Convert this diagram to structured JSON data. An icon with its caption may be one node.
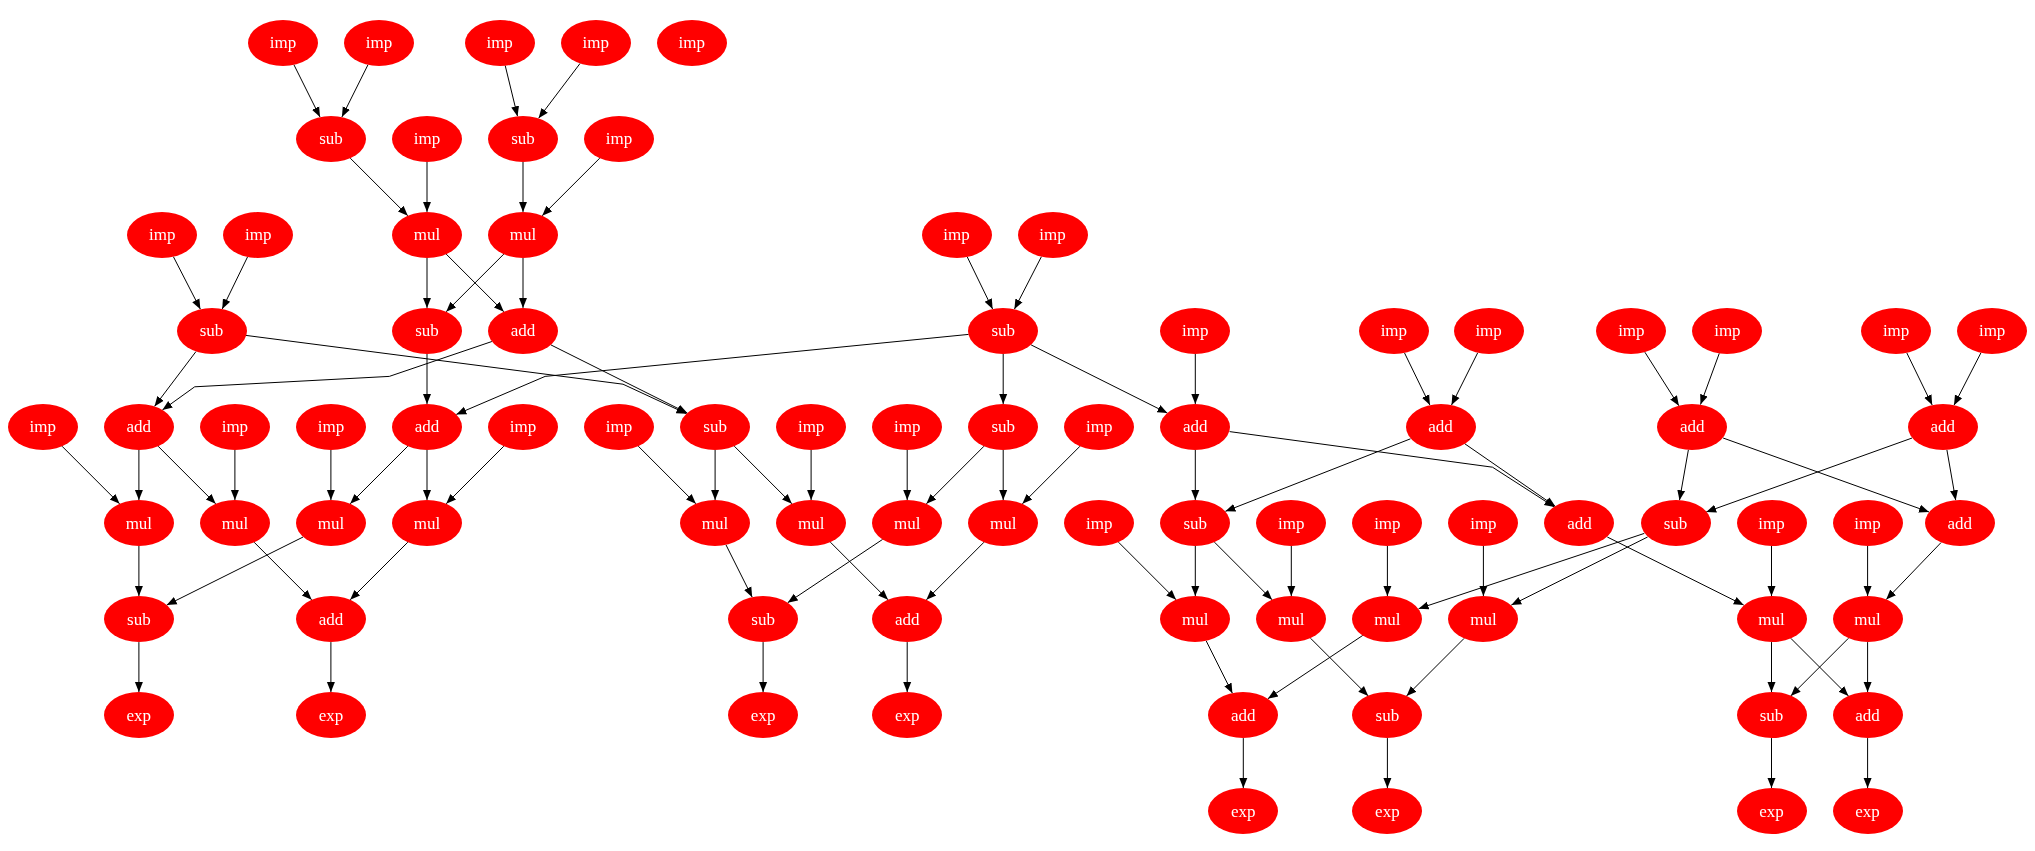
{
  "diagram": {
    "nodes": [
      {
        "text": [
          "imp"
        ]
      },
      {
        "text": [
          "imp"
        ]
      },
      {
        "text": [
          "imp"
        ]
      },
      {
        "text": [
          "imp"
        ]
      },
      {
        "text": [
          "imp"
        ]
      },
      {
        "text": [
          "sub"
        ]
      },
      {
        "text": [
          "imp"
        ]
      },
      {
        "text": [
          "sub"
        ]
      },
      {
        "text": [
          "imp"
        ]
      },
      {
        "text": [
          "imp"
        ]
      },
      {
        "text": [
          "imp"
        ]
      },
      {
        "text": [
          "mul"
        ]
      },
      {
        "text": [
          "mul"
        ]
      },
      {
        "text": [
          "imp"
        ]
      },
      {
        "text": [
          "imp"
        ]
      },
      {
        "text": [
          "sub"
        ]
      },
      {
        "text": [
          "sub"
        ]
      },
      {
        "text": [
          "add"
        ]
      },
      {
        "text": [
          "sub"
        ]
      },
      {
        "text": [
          "imp"
        ]
      },
      {
        "text": [
          "imp"
        ]
      },
      {
        "text": [
          "imp"
        ]
      },
      {
        "text": [
          "imp"
        ]
      },
      {
        "text": [
          "imp"
        ]
      },
      {
        "text": [
          "imp"
        ]
      },
      {
        "text": [
          "imp"
        ]
      },
      {
        "text": [
          "imp"
        ]
      },
      {
        "text": [
          "add"
        ]
      },
      {
        "text": [
          "imp"
        ]
      },
      {
        "text": [
          "imp"
        ]
      },
      {
        "text": [
          "add"
        ]
      },
      {
        "text": [
          "imp"
        ]
      },
      {
        "text": [
          "imp"
        ]
      },
      {
        "text": [
          "sub"
        ]
      },
      {
        "text": [
          "imp"
        ]
      },
      {
        "text": [
          "imp"
        ]
      },
      {
        "text": [
          "sub"
        ]
      },
      {
        "text": [
          "imp"
        ]
      },
      {
        "text": [
          "add"
        ]
      },
      {
        "text": [
          "add"
        ]
      },
      {
        "text": [
          "add"
        ]
      },
      {
        "text": [
          "add"
        ]
      },
      {
        "text": [
          "mul"
        ]
      },
      {
        "text": [
          "mul"
        ]
      },
      {
        "text": [
          "mul"
        ]
      },
      {
        "text": [
          "mul"
        ]
      },
      {
        "text": [
          "mul"
        ]
      },
      {
        "text": [
          "mul"
        ]
      },
      {
        "text": [
          "mul"
        ]
      },
      {
        "text": [
          "mul"
        ]
      },
      {
        "text": [
          "imp"
        ]
      },
      {
        "text": [
          "sub"
        ]
      },
      {
        "text": [
          "imp"
        ]
      },
      {
        "text": [
          "imp"
        ]
      },
      {
        "text": [
          "imp"
        ]
      },
      {
        "text": [
          "add"
        ]
      },
      {
        "text": [
          "sub"
        ]
      },
      {
        "text": [
          "imp"
        ]
      },
      {
        "text": [
          "imp"
        ]
      },
      {
        "text": [
          "add"
        ]
      },
      {
        "text": [
          "sub"
        ]
      },
      {
        "text": [
          "add"
        ]
      },
      {
        "text": [
          "sub"
        ]
      },
      {
        "text": [
          "add"
        ]
      },
      {
        "text": [
          "mul"
        ]
      },
      {
        "text": [
          "mul"
        ]
      },
      {
        "text": [
          "mul"
        ]
      },
      {
        "text": [
          "mul"
        ]
      },
      {
        "text": [
          "mul"
        ]
      },
      {
        "text": [
          "mul"
        ]
      },
      {
        "text": [
          "exp"
        ]
      },
      {
        "text": [
          "exp"
        ]
      },
      {
        "text": [
          "exp"
        ]
      },
      {
        "text": [
          "exp"
        ]
      },
      {
        "text": [
          "add"
        ]
      },
      {
        "text": [
          "sub"
        ]
      },
      {
        "text": [
          "sub"
        ]
      },
      {
        "text": [
          "add"
        ]
      },
      {
        "text": [
          "exp"
        ]
      },
      {
        "text": [
          "exp"
        ]
      },
      {
        "text": [
          "exp"
        ]
      },
      {
        "text": [
          "exp"
        ]
      }
    ],
    "edges": [
      {
        "from": 0,
        "to": 5,
        "arrow": "to"
      },
      {
        "from": 1,
        "to": 5,
        "arrow": "to"
      },
      {
        "from": 2,
        "to": 7,
        "arrow": "to"
      },
      {
        "from": 3,
        "to": 7,
        "arrow": "to"
      },
      {
        "from": 5,
        "to": 11,
        "arrow": "to"
      },
      {
        "from": 6,
        "to": 11,
        "arrow": "to"
      },
      {
        "from": 7,
        "to": 12,
        "arrow": "to"
      },
      {
        "from": 8,
        "to": 12,
        "arrow": "to"
      },
      {
        "from": 9,
        "to": 15,
        "arrow": "to"
      },
      {
        "from": 10,
        "to": 15,
        "arrow": "to"
      },
      {
        "from": 11,
        "to": 16,
        "arrow": "to"
      },
      {
        "from": 11,
        "to": 17,
        "arrow": "to"
      },
      {
        "from": 12,
        "to": 16,
        "arrow": "to"
      },
      {
        "from": 12,
        "to": 17,
        "arrow": "to"
      },
      {
        "from": 13,
        "to": 18,
        "arrow": "to"
      },
      {
        "from": 14,
        "to": 18,
        "arrow": "to"
      },
      {
        "from": 15,
        "to": 27,
        "arrow": "to"
      },
      {
        "from": 15,
        "to": 33,
        "arrow": "to"
      },
      {
        "from": 17,
        "to": 27,
        "arrow": "to"
      },
      {
        "from": 17,
        "to": 33,
        "arrow": "to"
      },
      {
        "from": 16,
        "to": 30,
        "arrow": "to"
      },
      {
        "from": 18,
        "to": 30,
        "arrow": "to"
      },
      {
        "from": 18,
        "to": 36,
        "arrow": "to"
      },
      {
        "from": 18,
        "to": 38,
        "arrow": "to"
      },
      {
        "from": 19,
        "to": 38,
        "arrow": "to"
      },
      {
        "from": 20,
        "to": 39,
        "arrow": "to"
      },
      {
        "from": 21,
        "to": 39,
        "arrow": "to"
      },
      {
        "from": 22,
        "to": 40,
        "arrow": "to"
      },
      {
        "from": 23,
        "to": 40,
        "arrow": "to"
      },
      {
        "from": 24,
        "to": 41,
        "arrow": "to"
      },
      {
        "from": 25,
        "to": 41,
        "arrow": "to"
      },
      {
        "from": 26,
        "to": 42,
        "arrow": "to"
      },
      {
        "from": 27,
        "to": 42,
        "arrow": "to"
      },
      {
        "from": 27,
        "to": 43,
        "arrow": "to"
      },
      {
        "from": 28,
        "to": 43,
        "arrow": "to"
      },
      {
        "from": 29,
        "to": 44,
        "arrow": "to"
      },
      {
        "from": 30,
        "to": 44,
        "arrow": "to"
      },
      {
        "from": 30,
        "to": 45,
        "arrow": "to"
      },
      {
        "from": 31,
        "to": 45,
        "arrow": "to"
      },
      {
        "from": 32,
        "to": 46,
        "arrow": "to"
      },
      {
        "from": 33,
        "to": 46,
        "arrow": "to"
      },
      {
        "from": 33,
        "to": 47,
        "arrow": "to"
      },
      {
        "from": 34,
        "to": 47,
        "arrow": "to"
      },
      {
        "from": 35,
        "to": 48,
        "arrow": "to"
      },
      {
        "from": 36,
        "to": 48,
        "arrow": "to"
      },
      {
        "from": 36,
        "to": 49,
        "arrow": "to"
      },
      {
        "from": 37,
        "to": 49,
        "arrow": "to"
      },
      {
        "from": 38,
        "to": 51,
        "arrow": "to"
      },
      {
        "from": 38,
        "to": 55,
        "arrow": "to"
      },
      {
        "from": 39,
        "to": 51,
        "arrow": "to"
      },
      {
        "from": 39,
        "to": 55,
        "arrow": "to"
      },
      {
        "from": 40,
        "to": 56,
        "arrow": "to"
      },
      {
        "from": 40,
        "to": 59,
        "arrow": "to"
      },
      {
        "from": 41,
        "to": 56,
        "arrow": "to"
      },
      {
        "from": 41,
        "to": 59,
        "arrow": "to"
      },
      {
        "from": 42,
        "to": 60,
        "arrow": "to"
      },
      {
        "from": 44,
        "to": 60,
        "arrow": "to"
      },
      {
        "from": 43,
        "to": 61,
        "arrow": "to"
      },
      {
        "from": 45,
        "to": 61,
        "arrow": "to"
      },
      {
        "from": 46,
        "to": 62,
        "arrow": "to"
      },
      {
        "from": 48,
        "to": 62,
        "arrow": "to"
      },
      {
        "from": 47,
        "to": 63,
        "arrow": "to"
      },
      {
        "from": 49,
        "to": 63,
        "arrow": "to"
      },
      {
        "from": 50,
        "to": 64,
        "arrow": "to"
      },
      {
        "from": 51,
        "to": 64,
        "arrow": "to"
      },
      {
        "from": 51,
        "to": 65,
        "arrow": "to"
      },
      {
        "from": 52,
        "to": 65,
        "arrow": "to"
      },
      {
        "from": 53,
        "to": 66,
        "arrow": "to"
      },
      {
        "from": 56,
        "to": 66,
        "arrow": "to"
      },
      {
        "from": 56,
        "to": 67,
        "arrow": "to"
      },
      {
        "from": 54,
        "to": 67,
        "arrow": "to"
      },
      {
        "from": 55,
        "to": 68,
        "arrow": "to"
      },
      {
        "from": 57,
        "to": 68,
        "arrow": "to"
      },
      {
        "from": 58,
        "to": 69,
        "arrow": "to"
      },
      {
        "from": 59,
        "to": 69,
        "arrow": "to"
      },
      {
        "from": 60,
        "to": 70,
        "arrow": "to"
      },
      {
        "from": 61,
        "to": 71,
        "arrow": "to"
      },
      {
        "from": 62,
        "to": 72,
        "arrow": "to"
      },
      {
        "from": 63,
        "to": 73,
        "arrow": "to"
      },
      {
        "from": 64,
        "to": 74,
        "arrow": "to"
      },
      {
        "from": 66,
        "to": 74,
        "arrow": "to"
      },
      {
        "from": 65,
        "to": 75,
        "arrow": "to"
      },
      {
        "from": 67,
        "to": 75,
        "arrow": "to"
      },
      {
        "from": 68,
        "to": 76,
        "arrow": "to"
      },
      {
        "from": 68,
        "to": 77,
        "arrow": "to"
      },
      {
        "from": 69,
        "to": 76,
        "arrow": "to"
      },
      {
        "from": 69,
        "to": 77,
        "arrow": "to"
      },
      {
        "from": 74,
        "to": 78,
        "arrow": "to"
      },
      {
        "from": 75,
        "to": 79,
        "arrow": "to"
      },
      {
        "from": 76,
        "to": 80,
        "arrow": "to"
      },
      {
        "from": 77,
        "to": 81,
        "arrow": "to"
      }
    ]
  }
}
